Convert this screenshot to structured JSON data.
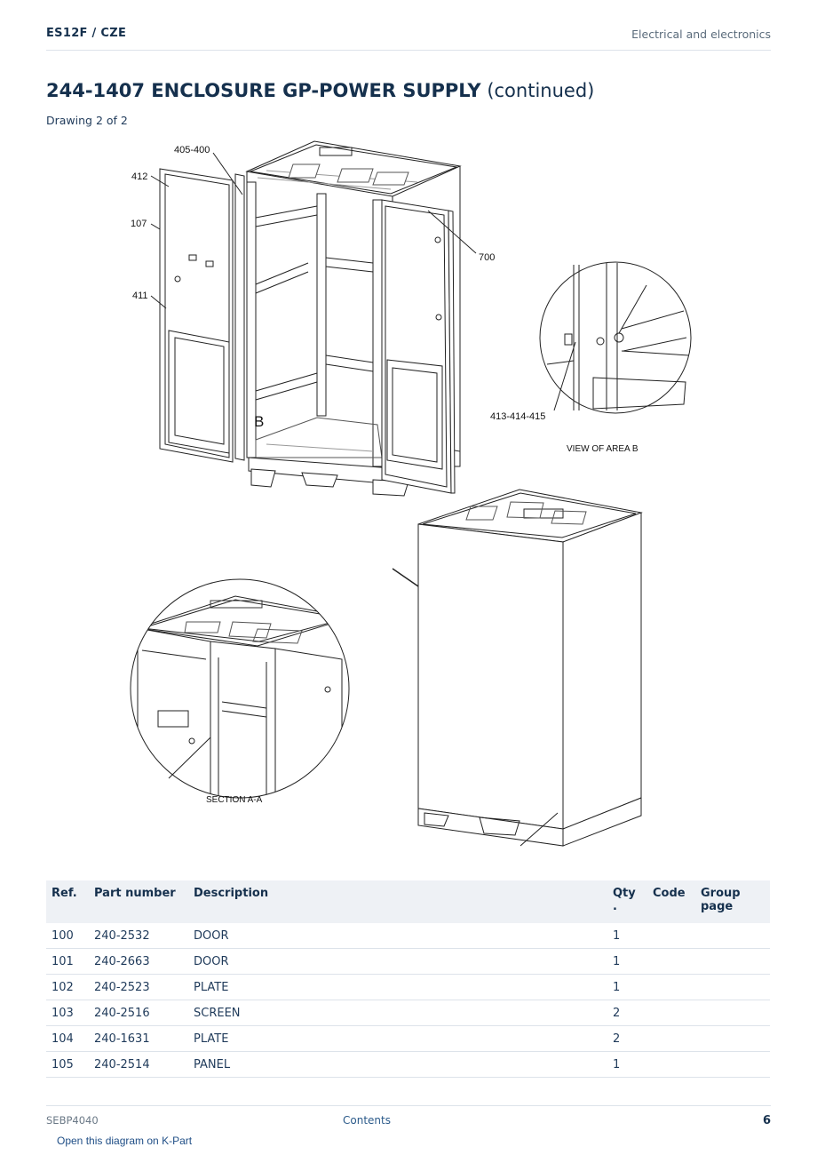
{
  "header": {
    "model": "ES12F  /  CZE",
    "section": "Electrical and electronics"
  },
  "title": {
    "code_name": "244-1407 ENCLOSURE GP-POWER SUPPLY",
    "suffix": "(continued)"
  },
  "drawing_note": "Drawing 2 of 2",
  "diagram": {
    "callouts": [
      "405-400",
      "412",
      "107",
      "411",
      "700",
      "413-414-415",
      "B"
    ],
    "captions": {
      "view_b": "VIEW OF AREA B",
      "section_aa": "SECTION A-A"
    }
  },
  "table": {
    "headers": {
      "ref": "Ref.",
      "part": "Part number",
      "desc": "Description",
      "qty": "Qty .",
      "code": "Code",
      "group": "Group page"
    },
    "rows": [
      {
        "ref": "100",
        "part": "240-2532",
        "desc": "DOOR",
        "qty": "1",
        "code": "",
        "group": ""
      },
      {
        "ref": "101",
        "part": "240-2663",
        "desc": "DOOR",
        "qty": "1",
        "code": "",
        "group": ""
      },
      {
        "ref": "102",
        "part": "240-2523",
        "desc": "PLATE",
        "qty": "1",
        "code": "",
        "group": ""
      },
      {
        "ref": "103",
        "part": "240-2516",
        "desc": "SCREEN",
        "qty": "2",
        "code": "",
        "group": ""
      },
      {
        "ref": "104",
        "part": "240-1631",
        "desc": "PLATE",
        "qty": "2",
        "code": "",
        "group": ""
      },
      {
        "ref": "105",
        "part": "240-2514",
        "desc": "PANEL",
        "qty": "1",
        "code": "",
        "group": ""
      }
    ]
  },
  "footer": {
    "doc_id": "SEBP4040",
    "contents": "Contents",
    "page": "6",
    "kpart_link": "Open this diagram on K-Part"
  }
}
